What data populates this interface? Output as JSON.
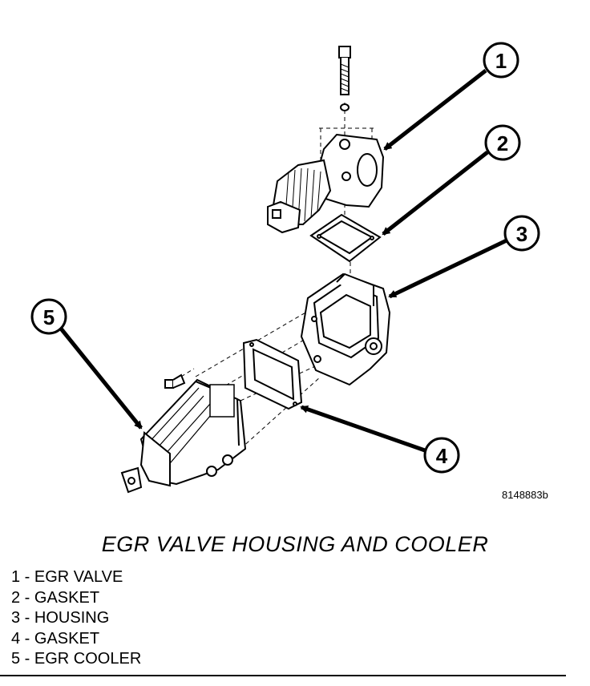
{
  "figure": {
    "reference_id": "8148883b",
    "title": "EGR VALVE HOUSING AND COOLER"
  },
  "callouts": [
    {
      "number": "1"
    },
    {
      "number": "2"
    },
    {
      "number": "3"
    },
    {
      "number": "4"
    },
    {
      "number": "5"
    }
  ],
  "legend": [
    {
      "number": "1",
      "separator": " - ",
      "label": "EGR VALVE"
    },
    {
      "number": "2",
      "separator": " - ",
      "label": "GASKET"
    },
    {
      "number": "3",
      "separator": " - ",
      "label": "HOUSING"
    },
    {
      "number": "4",
      "separator": " - ",
      "label": "GASKET"
    },
    {
      "number": "5",
      "separator": " - ",
      "label": "EGR COOLER"
    }
  ]
}
